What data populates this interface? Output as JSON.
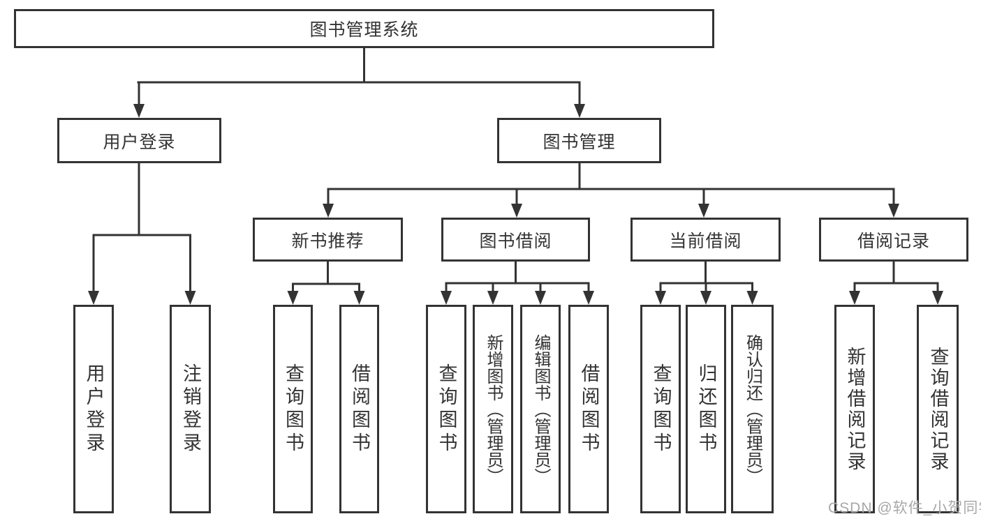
{
  "diagram": {
    "title": "图书管理系统",
    "level2": [
      {
        "label": "用户登录",
        "leaves": [
          "用户登录",
          "注销登录"
        ]
      },
      {
        "label": "图书管理",
        "level3": [
          {
            "label": "新书推荐",
            "leaves": [
              "查询图书",
              "借阅图书"
            ]
          },
          {
            "label": "图书借阅",
            "leaves": [
              "查询图书",
              "新增图书（管理员）",
              "编辑图书（管理员）",
              "借阅图书"
            ]
          },
          {
            "label": "当前借阅",
            "leaves": [
              "查询图书",
              "归还图书",
              "确认归还（管理员）"
            ]
          },
          {
            "label": "借阅记录",
            "leaves": [
              "新增借阅记录",
              "查询借阅记录"
            ]
          }
        ]
      }
    ]
  },
  "watermark": {
    "text": "CSDN @软件_小贺同学"
  },
  "colors": {
    "line": "#333333",
    "text": "#333333",
    "background": "#ffffff",
    "watermark": "#a8a8a8"
  }
}
